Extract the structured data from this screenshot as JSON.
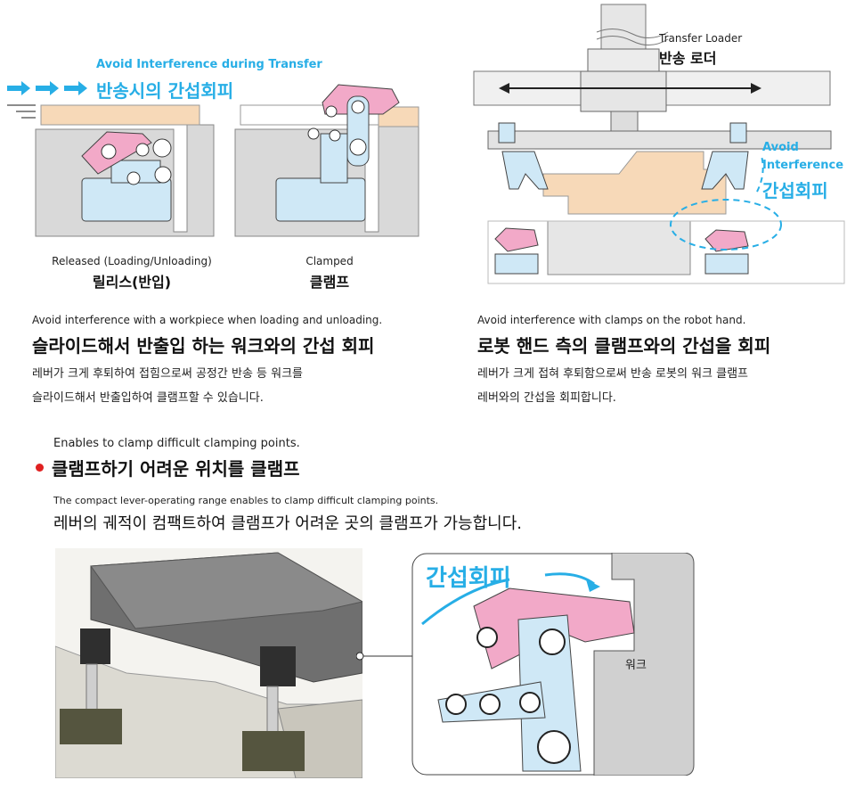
{
  "figure_transfer": {
    "en": "Avoid Interference during Transfer",
    "ko": "반송시의 간섭회피",
    "released_en": "Released (Loading/Unloading)",
    "released_ko": "릴리스(반입)",
    "clamped_en": "Clamped",
    "clamped_ko": "클램프"
  },
  "figure_loader": {
    "loader_en": "Transfer Loader",
    "loader_ko": "반송 로더",
    "avoid_en_1": "Avoid",
    "avoid_en_2": "Interference",
    "avoid_ko": "간섭회피"
  },
  "section_left": {
    "en": "Avoid interference with a workpiece when loading and unloading.",
    "heading": "슬라이드해서 반출입 하는 워크와의 간섭 회피",
    "body_1": "레버가 크게 후퇴하여 접힘으로써 공정간 반송 등 워크를",
    "body_2": "슬라이드해서 반출입하여 클램프할 수 있습니다."
  },
  "section_right": {
    "en": "Avoid interference with clamps on the robot hand.",
    "heading": "로봇 핸드 측의 클램프와의 간섭을 회피",
    "body_1": "레버가 크게 접혀 후퇴함으로써 반송 로봇의 워크 클램프",
    "body_2": "레버와의 간섭을 회피합니다."
  },
  "feature": {
    "en": "Enables to clamp difficult clamping points.",
    "heading": "클램프하기 어려운 위치를 클램프",
    "sub_en": "The compact lever-operating range enables to clamp difficult clamping points.",
    "sub_ko": "레버의 궤적이 컴팩트하여 클램프가 어려운 곳의 클램프가 가능합니다."
  },
  "detail_figure": {
    "avoid_ko": "간섭회피",
    "work_ko": "워크"
  },
  "colors": {
    "accent": "#27aee6",
    "pink": "#f2a9c8",
    "light_blue": "#cfe8f6",
    "workpiece": "#f7d9b8",
    "bullet": "#e02020"
  }
}
